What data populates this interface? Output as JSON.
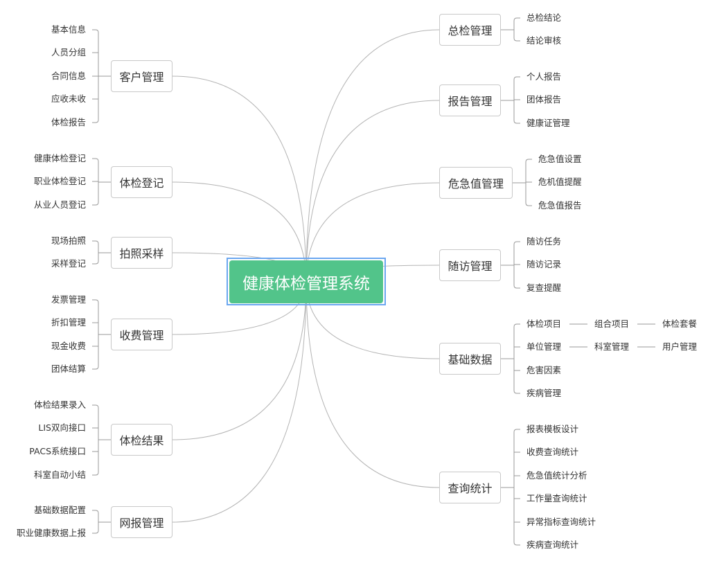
{
  "center": {
    "title": "健康体检管理系统",
    "color": "#52c48a"
  },
  "left": [
    {
      "label": "客户管理",
      "children": [
        "基本信息",
        "人员分组",
        "合同信息",
        "应收未收",
        "体检报告"
      ]
    },
    {
      "label": "体检登记",
      "children": [
        "健康体检登记",
        "职业体检登记",
        "从业人员登记"
      ]
    },
    {
      "label": "拍照采样",
      "children": [
        "现场拍照",
        "采样登记"
      ]
    },
    {
      "label": "收费管理",
      "children": [
        "发票管理",
        "折扣管理",
        "现金收费",
        "团体结算"
      ]
    },
    {
      "label": "体检结果",
      "children": [
        "体检结果录入",
        "LIS双向接口",
        "PACS系统接口",
        "科室自动小结"
      ]
    },
    {
      "label": "网报管理",
      "children": [
        "基础数据配置",
        "职业健康数据上报"
      ]
    }
  ],
  "right": [
    {
      "label": "总检管理",
      "children": [
        [
          "总检结论"
        ],
        [
          "结论审核"
        ]
      ]
    },
    {
      "label": "报告管理",
      "children": [
        [
          "个人报告"
        ],
        [
          "团体报告"
        ],
        [
          "健康证管理"
        ]
      ]
    },
    {
      "label": "危急值管理",
      "children": [
        [
          "危急值设置"
        ],
        [
          "危机值提醒"
        ],
        [
          "危急值报告"
        ]
      ]
    },
    {
      "label": "随访管理",
      "children": [
        [
          "随访任务"
        ],
        [
          "随访记录"
        ],
        [
          "复查提醒"
        ]
      ]
    },
    {
      "label": "基础数据",
      "children": [
        [
          "体检项目",
          "组合项目",
          "体检套餐"
        ],
        [
          "单位管理",
          "科室管理",
          "用户管理"
        ],
        [
          "危害因素"
        ],
        [
          "疾病管理"
        ]
      ]
    },
    {
      "label": "查询统计",
      "children": [
        [
          "报表模板设计"
        ],
        [
          "收费查询统计"
        ],
        [
          "危急值统计分析"
        ],
        [
          "工作量查询统计"
        ],
        [
          "异常指标查询统计"
        ],
        [
          "疾病查询统计"
        ]
      ]
    }
  ]
}
